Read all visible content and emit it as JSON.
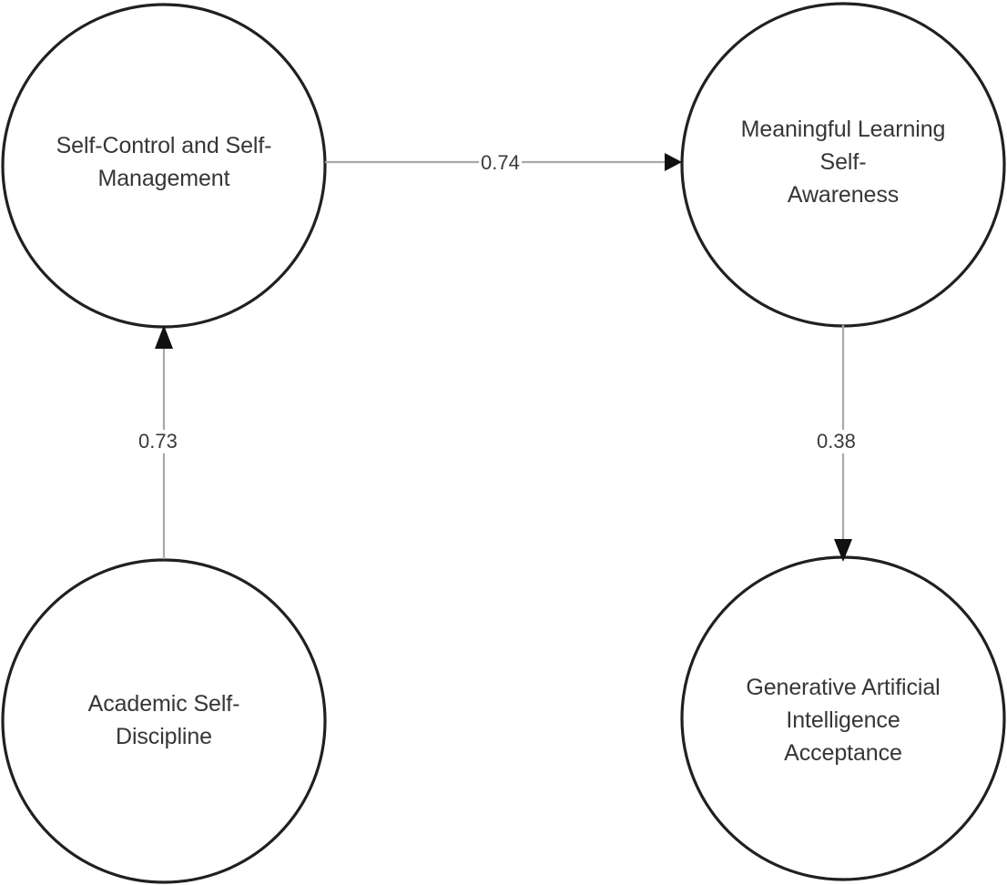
{
  "diagram": {
    "type": "path-model",
    "title": "",
    "background_color": "#ffffff",
    "node_stroke_color": "#231f20",
    "edge_color": "#a9a9a9",
    "arrowhead_color": "#111111",
    "text_color": "#363636",
    "nodes": [
      {
        "id": "self-control-and-self-management",
        "label": "Self-Control and Self-\nManagement",
        "shape": "circle",
        "position": "top-left"
      },
      {
        "id": "meaningful-learning-self-awareness",
        "label": "Meaningful Learning\nSelf-\nAwareness",
        "shape": "circle",
        "position": "top-right"
      },
      {
        "id": "academic-self-discipline",
        "label": "Academic Self-\nDiscipline",
        "shape": "circle",
        "position": "bottom-left"
      },
      {
        "id": "generative-artificial-intelligence-acceptance",
        "label": "Generative Artificial\nIntelligence\nAcceptance",
        "shape": "circle",
        "position": "bottom-right"
      }
    ],
    "edges": [
      {
        "id": "edge-scsm-to-mlsa",
        "from": "self-control-and-self-management",
        "to": "meaningful-learning-self-awareness",
        "coefficient": "0.74",
        "direction": "right"
      },
      {
        "id": "edge-asd-to-scsm",
        "from": "academic-self-discipline",
        "to": "self-control-and-self-management",
        "coefficient": "0.73",
        "direction": "up"
      },
      {
        "id": "edge-mlsa-to-gaia",
        "from": "meaningful-learning-self-awareness",
        "to": "generative-artificial-intelligence-acceptance",
        "coefficient": "0.38",
        "direction": "down"
      }
    ]
  }
}
